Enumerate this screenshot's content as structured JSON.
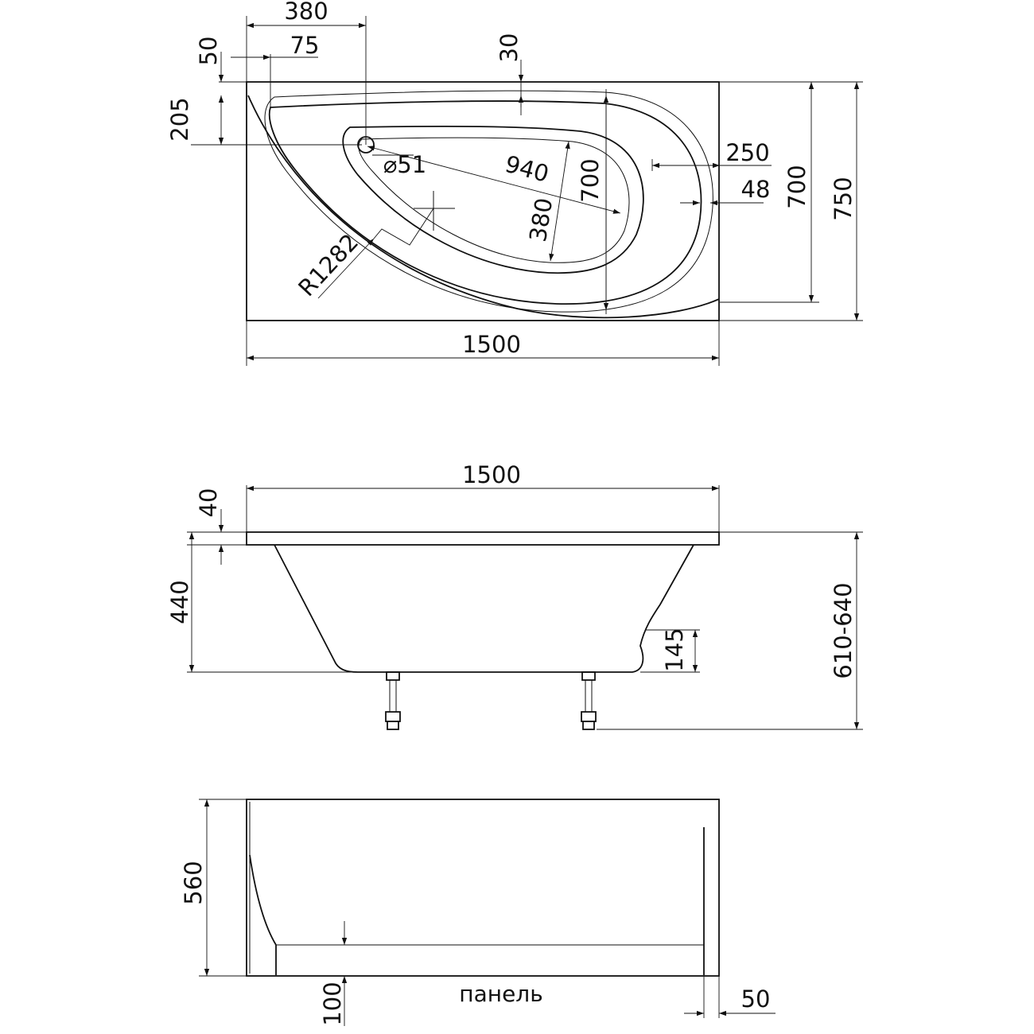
{
  "top_view": {
    "dim_380_top": "380",
    "dim_75": "75",
    "dim_50": "50",
    "dim_30": "30",
    "dim_205": "205",
    "dim_diameter": "⌀51",
    "dim_940": "940",
    "dim_700_inner": "700",
    "dim_380_inner": "380",
    "dim_250": "250",
    "dim_48": "48",
    "dim_700_outer": "700",
    "dim_750": "750",
    "dim_radius": "R1282",
    "dim_1500": "1500"
  },
  "front_view": {
    "dim_1500": "1500",
    "dim_40": "40",
    "dim_440": "440",
    "dim_145": "145",
    "dim_610_640": "610-640"
  },
  "panel_view": {
    "dim_560": "560",
    "dim_100": "100",
    "dim_50": "50",
    "panel_label": "панель"
  }
}
